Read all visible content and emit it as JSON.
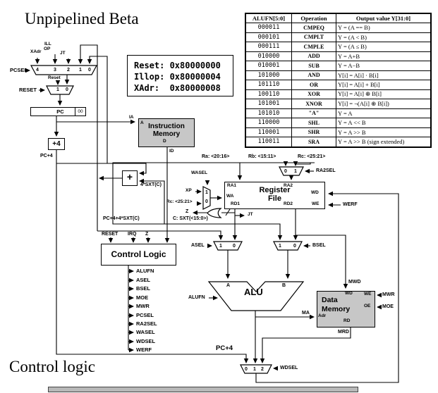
{
  "title": "Unpipelined Beta",
  "footer_title": "Control logic",
  "constants": {
    "reset": "Reset: 0x80000000",
    "illop": "Illop: 0x80000004",
    "xadr": "XAdr:  0x80000008"
  },
  "alufn_table": {
    "headers": [
      "ALUFN[5:0]",
      "Operation",
      "Output value Y[31:0]"
    ],
    "rows": [
      [
        "000011",
        "CMPEQ",
        "Y = (A == B)"
      ],
      [
        "000101",
        "CMPLT",
        "Y = (A < B)"
      ],
      [
        "000111",
        "CMPLE",
        "Y = (A ≤ B)"
      ],
      [
        "010000",
        "ADD",
        "Y = A+B"
      ],
      [
        "010001",
        "SUB",
        "Y = A−B"
      ],
      [
        "101000",
        "AND",
        "Y[i] = A[i] · B[i]"
      ],
      [
        "101110",
        "OR",
        "Y[i] = A[i] + B[i]"
      ],
      [
        "100110",
        "XOR",
        "Y[i] = A[i] ⊕ B[i]"
      ],
      [
        "101001",
        "XNOR",
        "Y[i] = ¬(A[i] ⊕ B[i])"
      ],
      [
        "101010",
        "\"A\"",
        "Y = A"
      ],
      [
        "110000",
        "SHL",
        "Y = A << B"
      ],
      [
        "110001",
        "SHR",
        "Y = A >> B"
      ],
      [
        "110011",
        "SRA",
        "Y = A >> B (sign extended)"
      ]
    ]
  },
  "components": {
    "pc": {
      "label": "PC",
      "bits": "00"
    },
    "plus4": "+4",
    "branch_adder": "+",
    "instruction_memory": {
      "line1": "Instruction",
      "line2": "Memory",
      "port_a": "A",
      "port_d": "D"
    },
    "register_file": {
      "line1": "Register",
      "line2": "File",
      "ra1": "RA1",
      "ra2": "RA2",
      "wa": "WA",
      "rd1": "RD1",
      "rd2": "RD2",
      "wd": "WD",
      "we": "WE"
    },
    "control_logic": {
      "label": "Control Logic",
      "inputs": {
        "reset": "RESET",
        "irq": "IRQ",
        "z": "Z"
      },
      "outputs": [
        "ALUFN",
        "ASEL",
        "BSEL",
        "MOE",
        "MWR",
        "PCSEL",
        "RA2SEL",
        "WASEL",
        "WDSEL",
        "WERF"
      ]
    },
    "alu": {
      "label": "ALU",
      "a": "A",
      "b": "B"
    },
    "data_memory": {
      "line1": "Data",
      "line2": "Memory",
      "wd": "WD",
      "we": "WE",
      "oe": "OE",
      "adr": "Adr",
      "rd": "RD"
    }
  },
  "muxes": {
    "pcsel": {
      "label": "PCSEL",
      "slots": [
        "4",
        "3",
        "2",
        "1",
        "0"
      ]
    },
    "reset": {
      "label": "RESET",
      "reset_signal": "Reset",
      "slots": [
        "1",
        "0"
      ]
    },
    "ra2sel": {
      "label": "RA2SEL",
      "slots": [
        "0",
        "1"
      ]
    },
    "wasel": {
      "label": "WASEL",
      "slots": [
        "1",
        "0"
      ]
    },
    "asel": {
      "label": "ASEL",
      "slots": [
        "1",
        "0"
      ]
    },
    "bsel": {
      "label": "BSEL",
      "slots": [
        "1",
        "0"
      ]
    },
    "wdsel": {
      "label": "WDSEL",
      "slots": [
        "0",
        "1",
        "2"
      ]
    }
  },
  "signals": {
    "xadr": "XAdr",
    "ill": "ILL",
    "op": "OP",
    "jt": "JT",
    "ia": "IA",
    "id": "ID",
    "pc4": "PC+4",
    "pc4_bottom": "PC+4",
    "ra": "Ra: <20:16>",
    "rb": "Rb: <15:11>",
    "rc": "Rc: <25:21>",
    "rc_left": "Rc: <25:21>",
    "sxt4": "4*SXT(C)",
    "xp": "XP",
    "z_out": "Z",
    "c_sxt": "C: SXT(<15:0>)",
    "branch": "PC+4+4*SXT(C)",
    "jt2": "JT",
    "werf": "WERF",
    "alufn": "ALUFN",
    "mwd": "MWD",
    "mwr": "MWR",
    "moe": "MOE",
    "ma": "MA",
    "mrd": "MRD"
  }
}
